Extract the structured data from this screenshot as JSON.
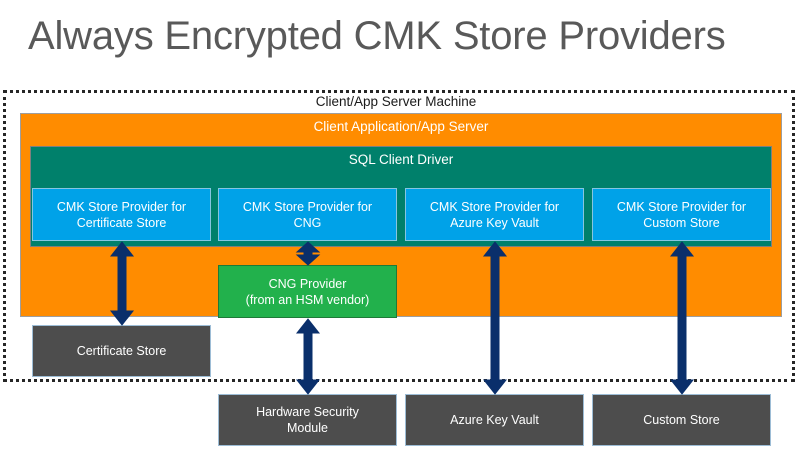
{
  "title": "Always Encrypted CMK Store Providers",
  "colors": {
    "title": "#595959",
    "orange": "#FF8C00",
    "teal": "#00806B",
    "blue": "#00A2E8",
    "green": "#22B14C",
    "gray": "#4D4D4D",
    "arrow": "#0A2F6B",
    "boundary": "#262626"
  },
  "diagram": {
    "type": "block-diagram",
    "boundary": {
      "label": "Client/App Server Machine",
      "style": "dotted"
    },
    "bands": [
      {
        "id": "app",
        "label": "Client Application/App Server",
        "color": "#FF8C00"
      },
      {
        "id": "driver",
        "label": "SQL Client Driver",
        "color": "#00806B"
      }
    ],
    "providers": [
      {
        "id": "cert",
        "line1": "CMK Store Provider for",
        "line2": "Certificate Store"
      },
      {
        "id": "cng",
        "line1": "CMK Store Provider for",
        "line2": "CNG"
      },
      {
        "id": "akv",
        "line1": "CMK Store Provider for",
        "line2": "Azure Key Vault"
      },
      {
        "id": "custom",
        "line1": "CMK Store Provider for",
        "line2": "Custom Store"
      }
    ],
    "cng_provider": {
      "line1": "CNG Provider",
      "line2": "(from an HSM vendor)"
    },
    "stores": [
      {
        "id": "cert-store",
        "line1": "Certificate Store",
        "line2": "",
        "inside_boundary": true
      },
      {
        "id": "hsm",
        "line1": "Hardware Security",
        "line2": "Module",
        "inside_boundary": false
      },
      {
        "id": "akv-store",
        "line1": "Azure Key Vault",
        "line2": "",
        "inside_boundary": false
      },
      {
        "id": "custom-store",
        "line1": "Custom Store",
        "line2": "",
        "inside_boundary": false
      }
    ],
    "connections": [
      {
        "from": "cert",
        "to": "cert-store",
        "style": "double-headed"
      },
      {
        "from": "cng",
        "to": "cng_provider",
        "style": "double-headed"
      },
      {
        "from": "cng_provider",
        "to": "hsm",
        "style": "double-headed"
      },
      {
        "from": "akv",
        "to": "akv-store",
        "style": "double-headed"
      },
      {
        "from": "custom",
        "to": "custom-store",
        "style": "double-headed"
      }
    ]
  }
}
